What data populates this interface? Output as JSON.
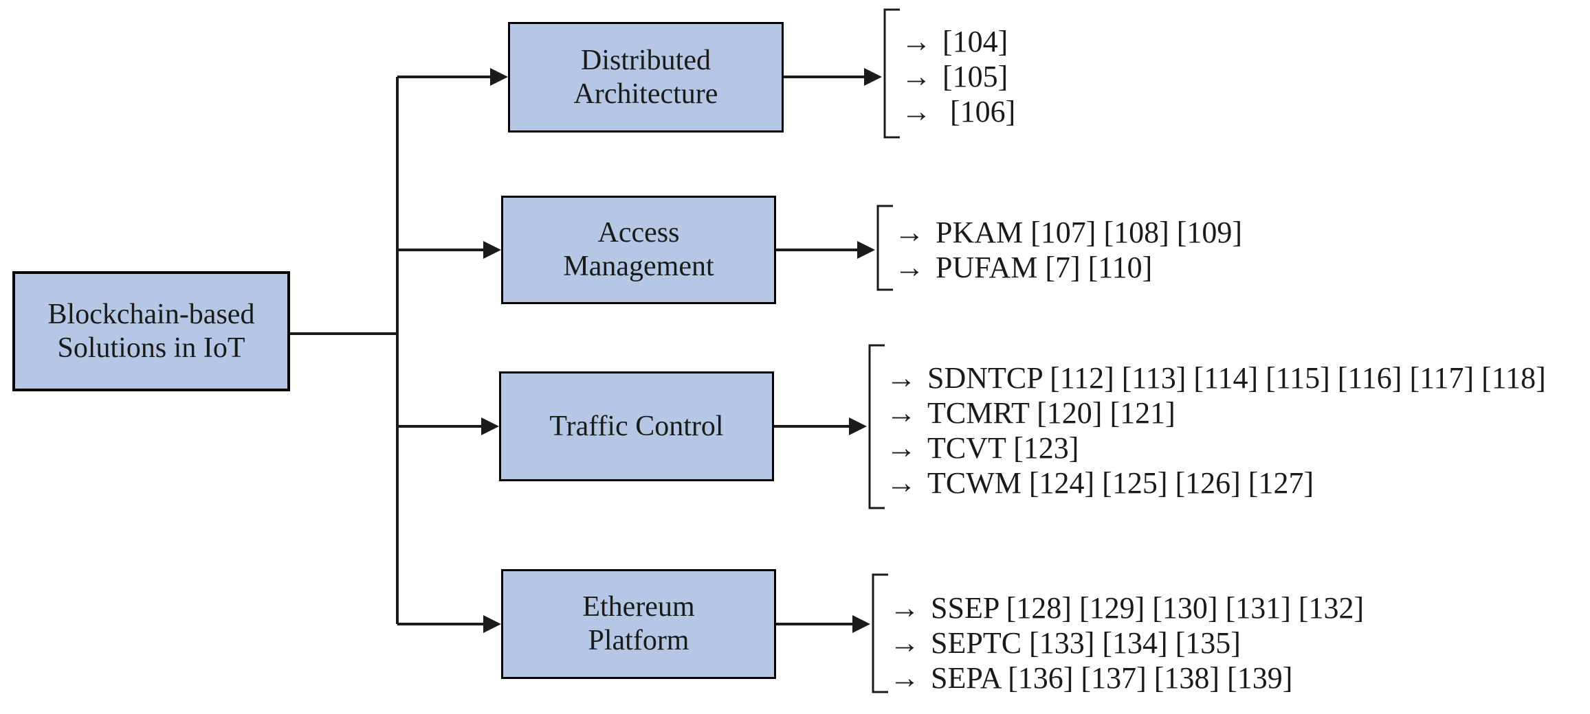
{
  "diagram": {
    "root": {
      "label": "Blockchain-based\nSolutions in IoT"
    },
    "categories": [
      {
        "label": "Distributed\nArchitecture",
        "refs": [
          "[104]",
          "[105]",
          " [106]"
        ]
      },
      {
        "label": "Access\nManagement",
        "refs": [
          "PKAM [107] [108] [109]",
          "PUFAM [7] [110]"
        ]
      },
      {
        "label": "Traffic Control",
        "refs": [
          "SDNTCP [112] [113] [114] [115] [116] [117] [118]",
          "TCMRT [120] [121]",
          "TCVT [123]",
          "TCWM [124] [125] [126] [127]"
        ]
      },
      {
        "label": "Ethereum\nPlatform",
        "refs": [
          "SSEP [128] [129] [130] [131] [132]",
          "SEPTC [133] [134] [135]",
          "SEPA [136] [137] [138] [139]"
        ]
      }
    ],
    "bullet_arrow": "→",
    "colors": {
      "box_fill": "#b5c7e4",
      "box_border": "#000000",
      "line": "#1b1b1b",
      "text": "#1a1a1a",
      "background": "#ffffff"
    }
  }
}
